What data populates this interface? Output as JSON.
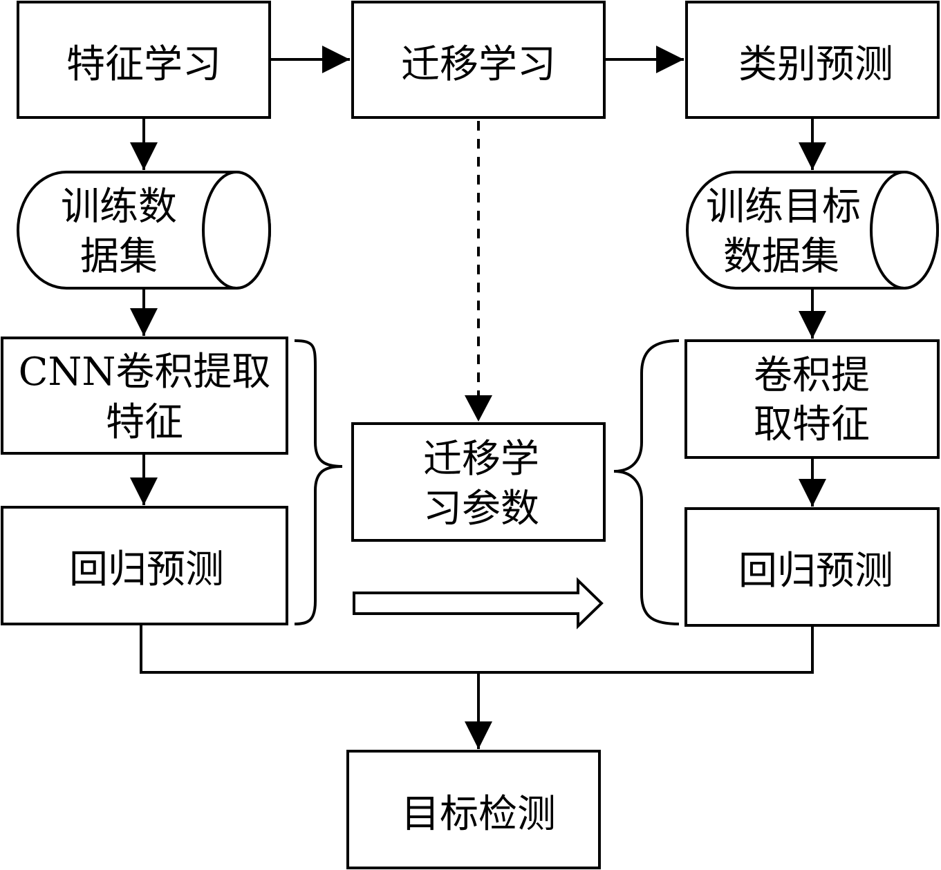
{
  "nodes": {
    "feature_learning": {
      "lines": [
        "特征学习"
      ]
    },
    "transfer_learning": {
      "lines": [
        "迁移学习"
      ]
    },
    "class_prediction": {
      "lines": [
        "类别预测"
      ]
    },
    "training_dataset": {
      "lines": [
        "训练数",
        "据集"
      ]
    },
    "target_training_dataset": {
      "lines": [
        "训练目标",
        "数据集"
      ]
    },
    "cnn_feature_extraction": {
      "lines": [
        "CNN卷积提取",
        "特征"
      ]
    },
    "conv_feature_extraction": {
      "lines": [
        "卷积提",
        "取特征"
      ]
    },
    "transfer_params": {
      "lines": [
        "迁移学",
        "习参数"
      ]
    },
    "regression_left": {
      "lines": [
        "回归预测"
      ]
    },
    "regression_right": {
      "lines": [
        "回归预测"
      ]
    },
    "object_detection": {
      "lines": [
        "目标检测"
      ]
    }
  },
  "colors": {
    "stroke": "#000000",
    "background": "#ffffff"
  }
}
